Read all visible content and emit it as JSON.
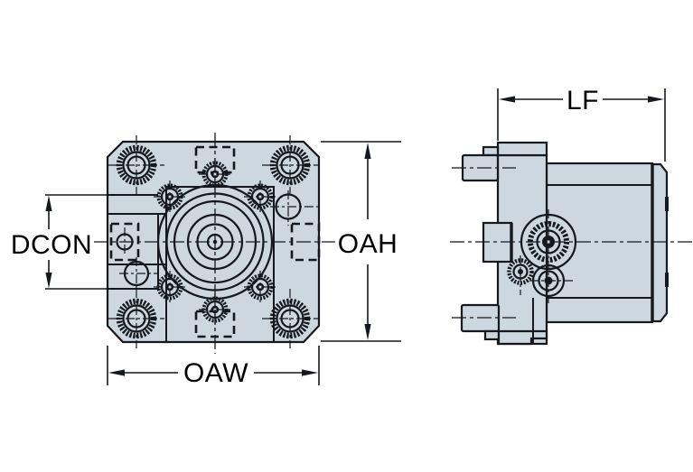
{
  "colors": {
    "part_fill": "#ccd7e0",
    "line": "#15181c",
    "background": "#ffffff",
    "label_text": "#000000"
  },
  "dimensions": {
    "dcon": {
      "label": "DCON"
    },
    "oah": {
      "label": "OAH"
    },
    "oaw": {
      "label": "OAW"
    },
    "lf": {
      "label": "LF"
    }
  }
}
